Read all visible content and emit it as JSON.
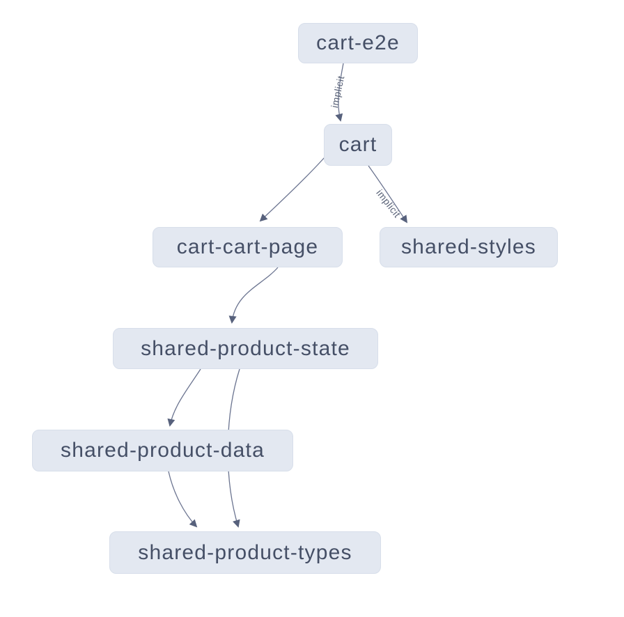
{
  "diagram": {
    "type": "dependency-graph",
    "nodes": [
      {
        "id": "cart-e2e",
        "label": "cart-e2e"
      },
      {
        "id": "cart",
        "label": "cart"
      },
      {
        "id": "cart-cart-page",
        "label": "cart-cart-page"
      },
      {
        "id": "shared-styles",
        "label": "shared-styles"
      },
      {
        "id": "shared-product-state",
        "label": "shared-product-state"
      },
      {
        "id": "shared-product-data",
        "label": "shared-product-data"
      },
      {
        "id": "shared-product-types",
        "label": "shared-product-types"
      }
    ],
    "edges": [
      {
        "source": "cart-e2e",
        "target": "cart",
        "label": "implicit"
      },
      {
        "source": "cart",
        "target": "cart-cart-page",
        "label": ""
      },
      {
        "source": "cart",
        "target": "shared-styles",
        "label": "implicit"
      },
      {
        "source": "cart-cart-page",
        "target": "shared-product-state",
        "label": ""
      },
      {
        "source": "shared-product-state",
        "target": "shared-product-data",
        "label": ""
      },
      {
        "source": "shared-product-state",
        "target": "shared-product-types",
        "label": ""
      },
      {
        "source": "shared-product-data",
        "target": "shared-product-types",
        "label": ""
      }
    ],
    "colors": {
      "node_fill": "#e3e8f1",
      "node_border": "#d7deea",
      "node_text": "#454f66",
      "edge_stroke": "#6b7490",
      "edge_arrow": "#57617c",
      "edge_label": "#5a6378",
      "background": "#ffffff"
    }
  }
}
